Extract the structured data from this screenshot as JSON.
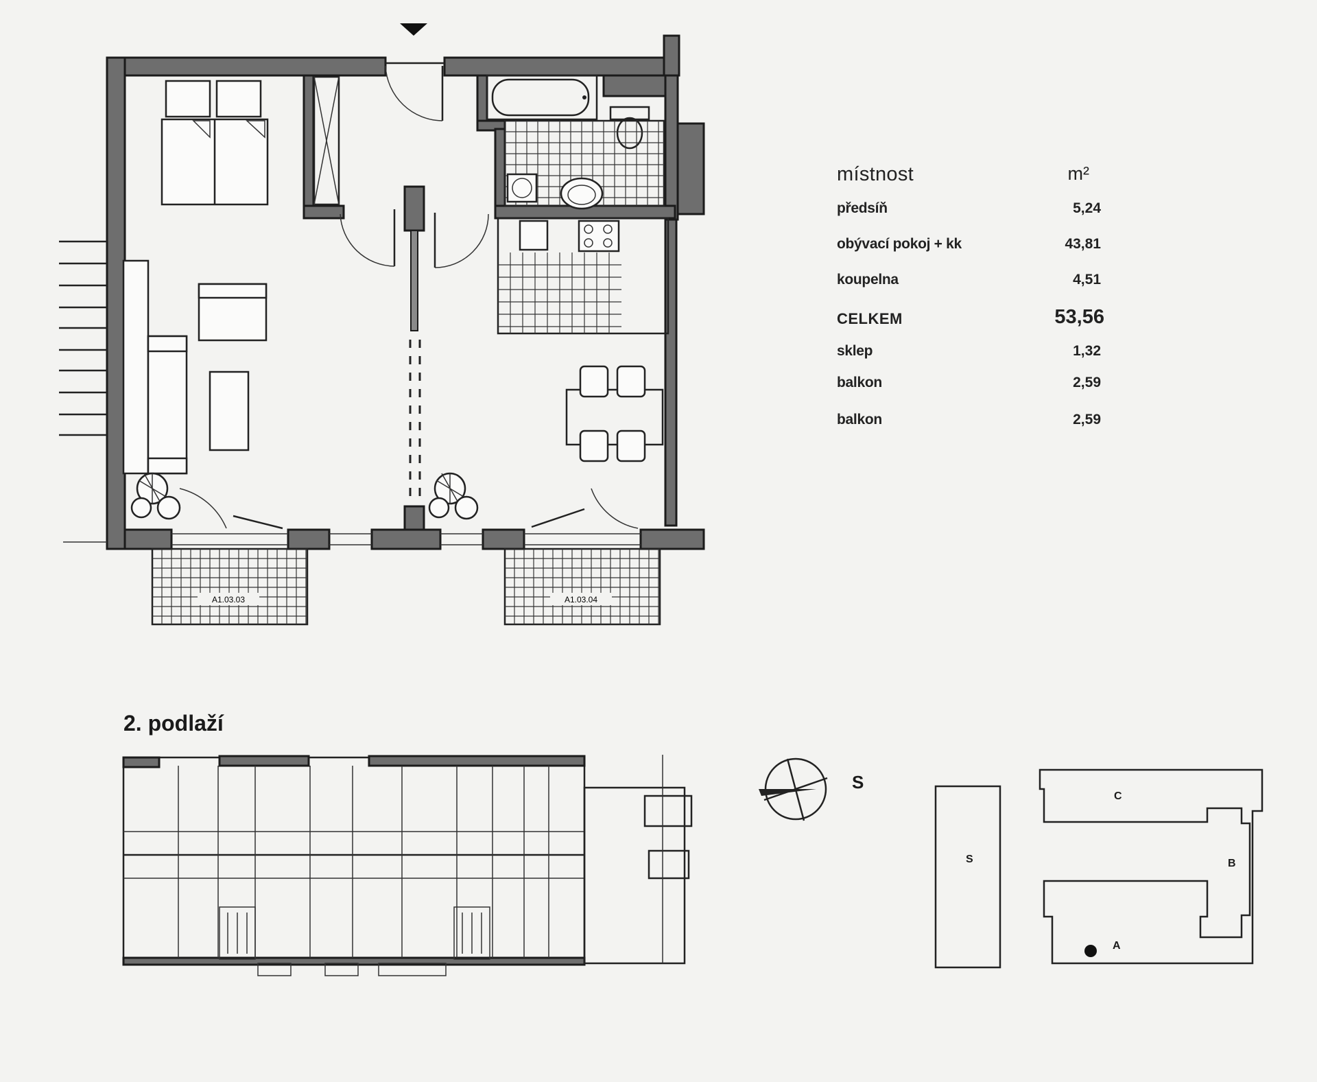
{
  "area_table": {
    "header": {
      "room": "místnost",
      "unit": "m²"
    },
    "rows": [
      {
        "room": "předsíň",
        "area": "5,24"
      },
      {
        "room": "obývací pokoj + kk",
        "area": "43,81"
      },
      {
        "room": "koupelna",
        "area": "4,51"
      }
    ],
    "total": {
      "room": "CELKEM",
      "area": "53,56"
    },
    "extras": [
      {
        "room": "sklep",
        "area": "1,32"
      },
      {
        "room": "balkon",
        "area": "2,59"
      },
      {
        "room": "balkon",
        "area": "2,59"
      }
    ]
  },
  "balcony_codes": [
    "A1.03.03",
    "A1.03.04"
  ],
  "floor_label": "2. podlaží",
  "compass": {
    "label": "S"
  },
  "site_plan": {
    "buildings": [
      "S",
      "C",
      "B",
      "A"
    ]
  }
}
